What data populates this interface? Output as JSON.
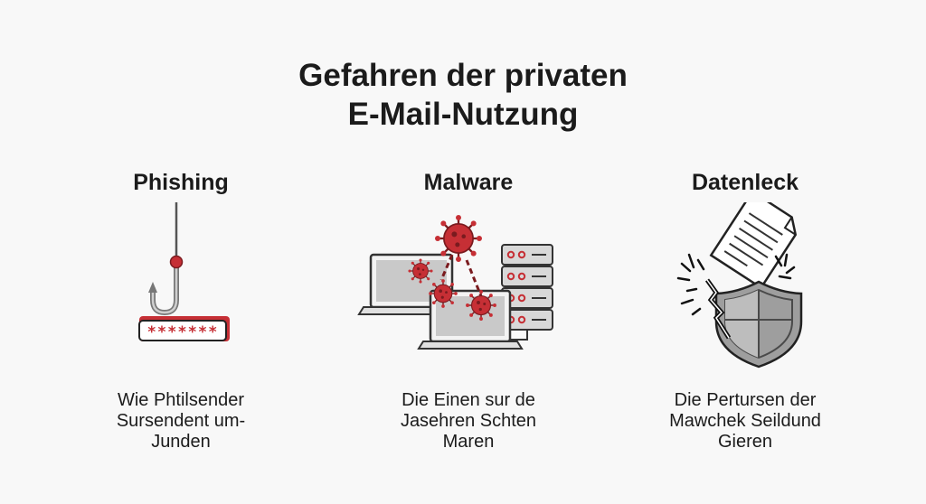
{
  "title": {
    "line1": "Gefahren der privaten",
    "line2": "E-Mail-Nutzung"
  },
  "accent_color": "#c62f35",
  "columns": [
    {
      "heading": "Phishing",
      "icon": "fishhook-password-icon",
      "password_mask": "*******",
      "text": [
        "Wie Phtilsender",
        "Sursendent um-",
        "Junden"
      ]
    },
    {
      "heading": "Malware",
      "icon": "virus-laptop-server-icon",
      "text": [
        "Die Einen sur de",
        "Jasehren Schten",
        "Maren"
      ]
    },
    {
      "heading": "Datenleck",
      "icon": "document-broken-shield-icon",
      "text": [
        "Die Pertursen der",
        "Mawchek Seildund",
        "Gieren"
      ]
    }
  ]
}
